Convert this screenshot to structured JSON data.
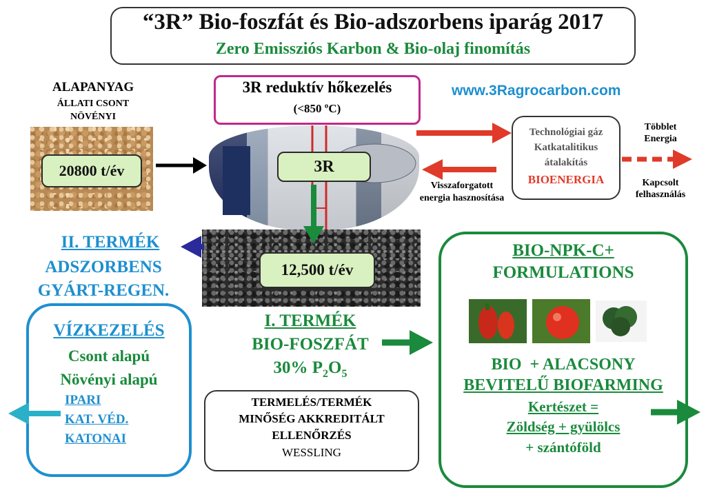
{
  "header": {
    "title": "“3R” Bio-foszfát és Bio-adszorbens iparág 2017",
    "subtitle": "Zero Emissziós Karbon & Bio-olaj finomítás"
  },
  "raw_material": {
    "title": "ALAPANYAG",
    "line1": "ÁLLATI CSONT",
    "line2": "NÖVÉNYI",
    "amount": "20800 t/év"
  },
  "process": {
    "title": "3R reduktív hőkezelés",
    "temp": "(<850 ºC)",
    "label": "3R"
  },
  "website": "www.3Ragrocarbon.com",
  "gas": {
    "line1": "Technológiai gáz",
    "line2": "Katkatalitikus",
    "line3": "átalakítás",
    "line4": "BIOENERGIA"
  },
  "surplus": {
    "line1": "Többlet",
    "line2": "Energia"
  },
  "coupled": {
    "line1": "Kapcsolt",
    "line2": "felhasználás"
  },
  "recycled": {
    "line1": "Visszaforgatott",
    "line2": "energia hasznosítása"
  },
  "product2": {
    "title": "II. TERMÉK",
    "line1": "ADSZORBENS",
    "line2": "GYÁRT-REGEN."
  },
  "output": {
    "amount": "12,500 t/év"
  },
  "product1": {
    "title": "I. TERMÉK",
    "line1": "BIO-FOSZFÁT",
    "line2": "30% P",
    "sub1": "2",
    "mid": "O",
    "sub2": "5"
  },
  "water": {
    "title": "VÍZKEZELÉS",
    "line1": "Csont alapú",
    "line2": "Növényi alapú",
    "line3": "IPARI",
    "line4": "KAT. VÉD.",
    "line5": "KATONAI"
  },
  "quality": {
    "line1": "TERMELÉS/TERMÉK",
    "line2": "MINŐSÉG AKKREDITÁLT",
    "line3": "ELLENŐRZÉS",
    "line4": "WESSLING"
  },
  "formulations": {
    "line1": "BIO-NPK-C+",
    "line2": "FORMULATIONS",
    "line3": "BIO  + ALACSONY",
    "line4": "BEVITELŰ BIOFARMING",
    "line5": "Kertészet =",
    "line6": "Zöldség + gyülölcs",
    "line7": "+ szántóföld"
  },
  "colors": {
    "green": "#1a8a3c",
    "blue": "#1e8fd0",
    "red": "#e03a2a",
    "magenta": "#c0288a",
    "navy": "#2a2a9a",
    "teal": "#2ab0c8"
  }
}
